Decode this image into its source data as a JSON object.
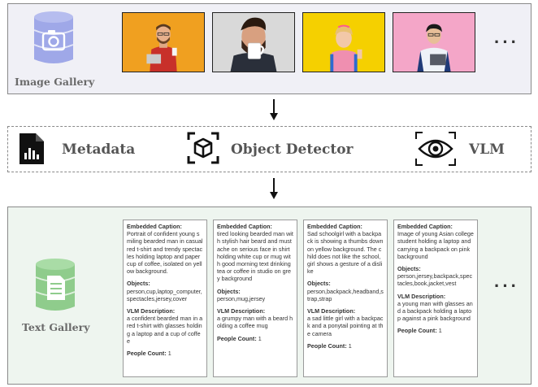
{
  "image_gallery": {
    "label": "Image Gallery",
    "ellipsis": "···"
  },
  "tools": [
    {
      "label": "Metadata",
      "icon": "document-chart-icon"
    },
    {
      "label": "Object Detector",
      "icon": "cube-detect-icon"
    },
    {
      "label": "VLM",
      "icon": "eye-icon"
    }
  ],
  "text_gallery": {
    "label": "Text Gallery",
    "ellipsis": "···",
    "section_titles": {
      "caption": "Embedded Caption:",
      "objects": "Objects:",
      "vlm": "VLM Description:",
      "people": "People Count:"
    },
    "cards": [
      {
        "caption": "Portrait of confident young smiling bearded man in casual red t-shirt and trendy spectacles holding laptop and paper cup of coffee, isolated on yellow background.",
        "objects": "person,cup,laptop_computer,spectacles,jersey,cover",
        "vlm": "a confident bearded man in a red t-shirt with glasses holding a laptop and a cup of coffee",
        "people": "1"
      },
      {
        "caption": "tired looking bearded man with stylish hair beard and mustache on serious face in shirt holding white cup or mug with good morning text drinking tea or coffee in studio on grey background",
        "objects": "person,mug,jersey",
        "vlm": "a grumpy man with a beard holding a coffee mug",
        "people": "1"
      },
      {
        "caption": "Sad schoolgirl with a backpack is showing a thumbs down on yellow background. The child does not like the school, girl shows a gesture of a dislike",
        "objects": "person,backpack,headband,strap,strap",
        "vlm": "a sad little girl with a backpack and a ponytail pointing at the camera",
        "people": "1"
      },
      {
        "caption": "Image of young Asian college student holding a laptop and carrying a backpack on pink background",
        "objects": "person,jersey,backpack,spectacles,book,jacket,vest",
        "vlm": "a young man with glasses and a backpack holding a laptop against a pink background",
        "people": "1"
      }
    ]
  },
  "colors": {
    "image_panel_bg": "#f0f0f6",
    "text_panel_bg": "#eef5ef",
    "image_db_icon": "#9fa8e8",
    "text_db_icon": "#8fcc8c",
    "photo_backgrounds": [
      "#f0a020",
      "#d8d8d8",
      "#f5d000",
      "#f4a6c8"
    ]
  }
}
